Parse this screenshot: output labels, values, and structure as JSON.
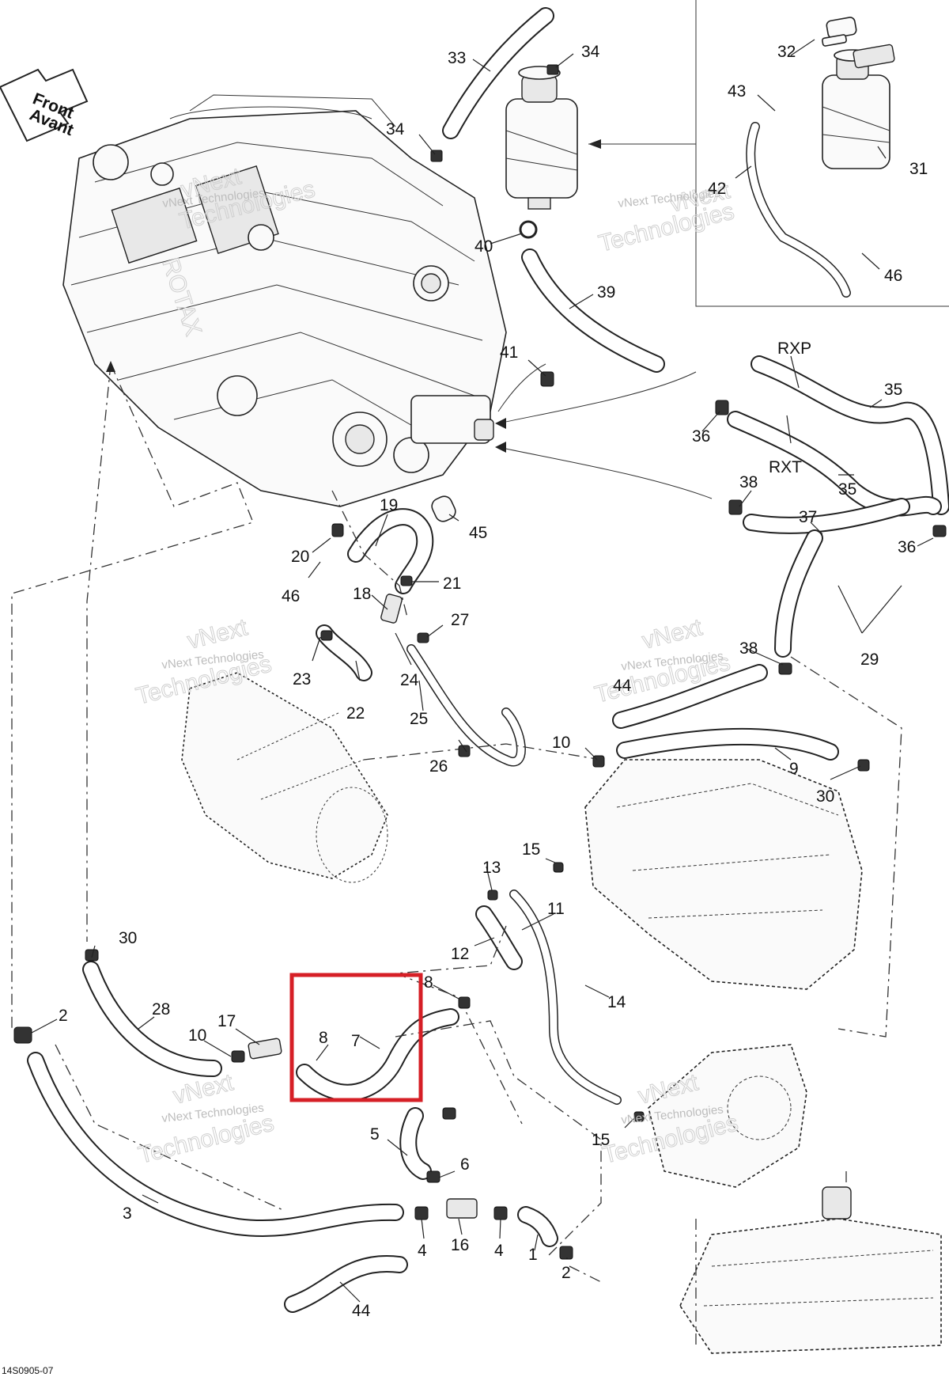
{
  "diagram": {
    "front_arrow": {
      "line1": "Front",
      "line2": "Avant"
    },
    "watermark": {
      "line1": "vNext Technologies",
      "line2": "vNext",
      "line3": "Technologies"
    },
    "engine_brand": "ROTAX",
    "footer_code": "14S0905-07",
    "highlight_color": "#d61f26",
    "labels": {
      "p1": "1",
      "p2a": "2",
      "p2b": "2",
      "p3": "3",
      "p4a": "4",
      "p4b": "4",
      "p5": "5",
      "p6": "6",
      "p7": "7",
      "p8a": "8",
      "p8b": "8",
      "p9": "9",
      "p10a": "10",
      "p10b": "10",
      "p11": "11",
      "p12": "12",
      "p13": "13",
      "p14": "14",
      "p15a": "15",
      "p15b": "15",
      "p16": "16",
      "p17": "17",
      "p18": "18",
      "p19": "19",
      "p20": "20",
      "p21": "21",
      "p22": "22",
      "p23": "23",
      "p24": "24",
      "p25": "25",
      "p26": "26",
      "p27": "27",
      "p28": "28",
      "p29": "29",
      "p30a": "30",
      "p30b": "30",
      "p31": "31",
      "p32": "32",
      "p33": "33",
      "p34a": "34",
      "p34b": "34",
      "p35a": "35",
      "p35b": "35",
      "p36a": "36",
      "p36b": "36",
      "p37": "37",
      "p38a": "38",
      "p38b": "38",
      "p39": "39",
      "p40": "40",
      "p41": "41",
      "p42": "42",
      "p43": "43",
      "p44a": "44",
      "p44b": "44",
      "p45": "45",
      "p46a": "46",
      "p46b": "46",
      "rxp": "RXP",
      "rxt": "RXT"
    }
  }
}
